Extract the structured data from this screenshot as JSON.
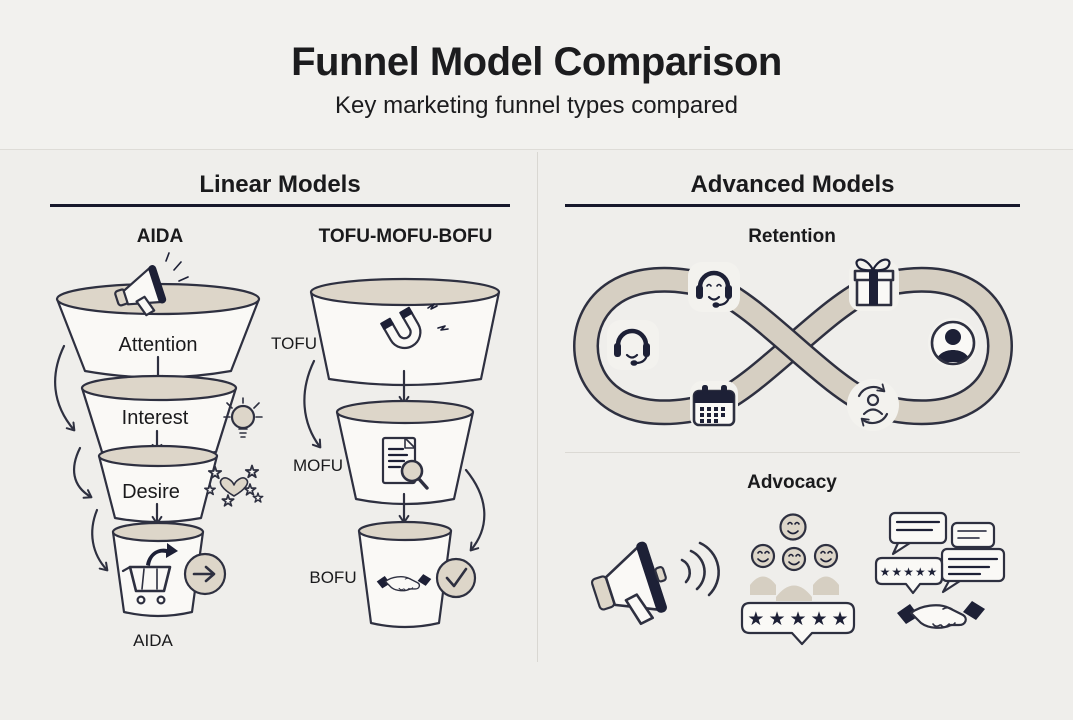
{
  "header": {
    "title": "Funnel Model Comparison",
    "subtitle": "Key marketing funnel types compared"
  },
  "colors": {
    "page_bg": "#efeeeb",
    "header_bg": "#f2f1ee",
    "ink": "#1d2036",
    "outline": "#2e3040",
    "beige": "#ddd6c9",
    "ribbon": "#d6cfc2",
    "paper": "#faf9f6",
    "text": "#1a1a1c",
    "divider": "#d9d7d2",
    "underline": "#16182b"
  },
  "left_section": {
    "title": "Linear Models",
    "aida": {
      "heading": "AIDA",
      "stage_labels": [
        "Attention",
        "Interest",
        "Desire"
      ],
      "caption": "AIDA",
      "icons": [
        "megaphone-icon",
        "lightbulb-icon",
        "heart-stars-icon",
        "shopping-cart-icon",
        "next-step-arrow-icon"
      ]
    },
    "tofu_funnel": {
      "heading": "TOFU-MOFU-BOFU",
      "stage_labels": [
        "TOFU",
        "MOFU",
        "BOFU"
      ],
      "icons": [
        "magnet-icon",
        "document-search-icon",
        "handshake-icon",
        "check-circle-icon"
      ]
    }
  },
  "right_section": {
    "title": "Advanced Models",
    "retention": {
      "heading": "Retention",
      "icons": [
        "support-agent-icon",
        "headset-icon",
        "calendar-icon",
        "gift-icon",
        "user-icon",
        "customer-renewal-icon"
      ]
    },
    "advocacy": {
      "heading": "Advocacy",
      "rating_stars": "★★★★★",
      "icons": [
        "megaphone-icon",
        "happy-customers-icon",
        "review-stars-icon",
        "chat-bubbles-icon",
        "handshake-icon"
      ]
    }
  }
}
